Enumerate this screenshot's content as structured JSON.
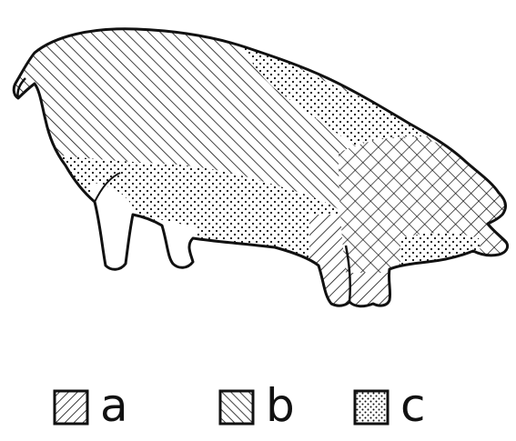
{
  "figure": {
    "legend": [
      {
        "key": "a",
        "label": "a",
        "pattern": "hatch-forward"
      },
      {
        "key": "b",
        "label": "b",
        "pattern": "hatch-back"
      },
      {
        "key": "c",
        "label": "c",
        "pattern": "stipple"
      }
    ],
    "colors": {
      "ink": "#111111",
      "paper": "#ffffff"
    }
  }
}
